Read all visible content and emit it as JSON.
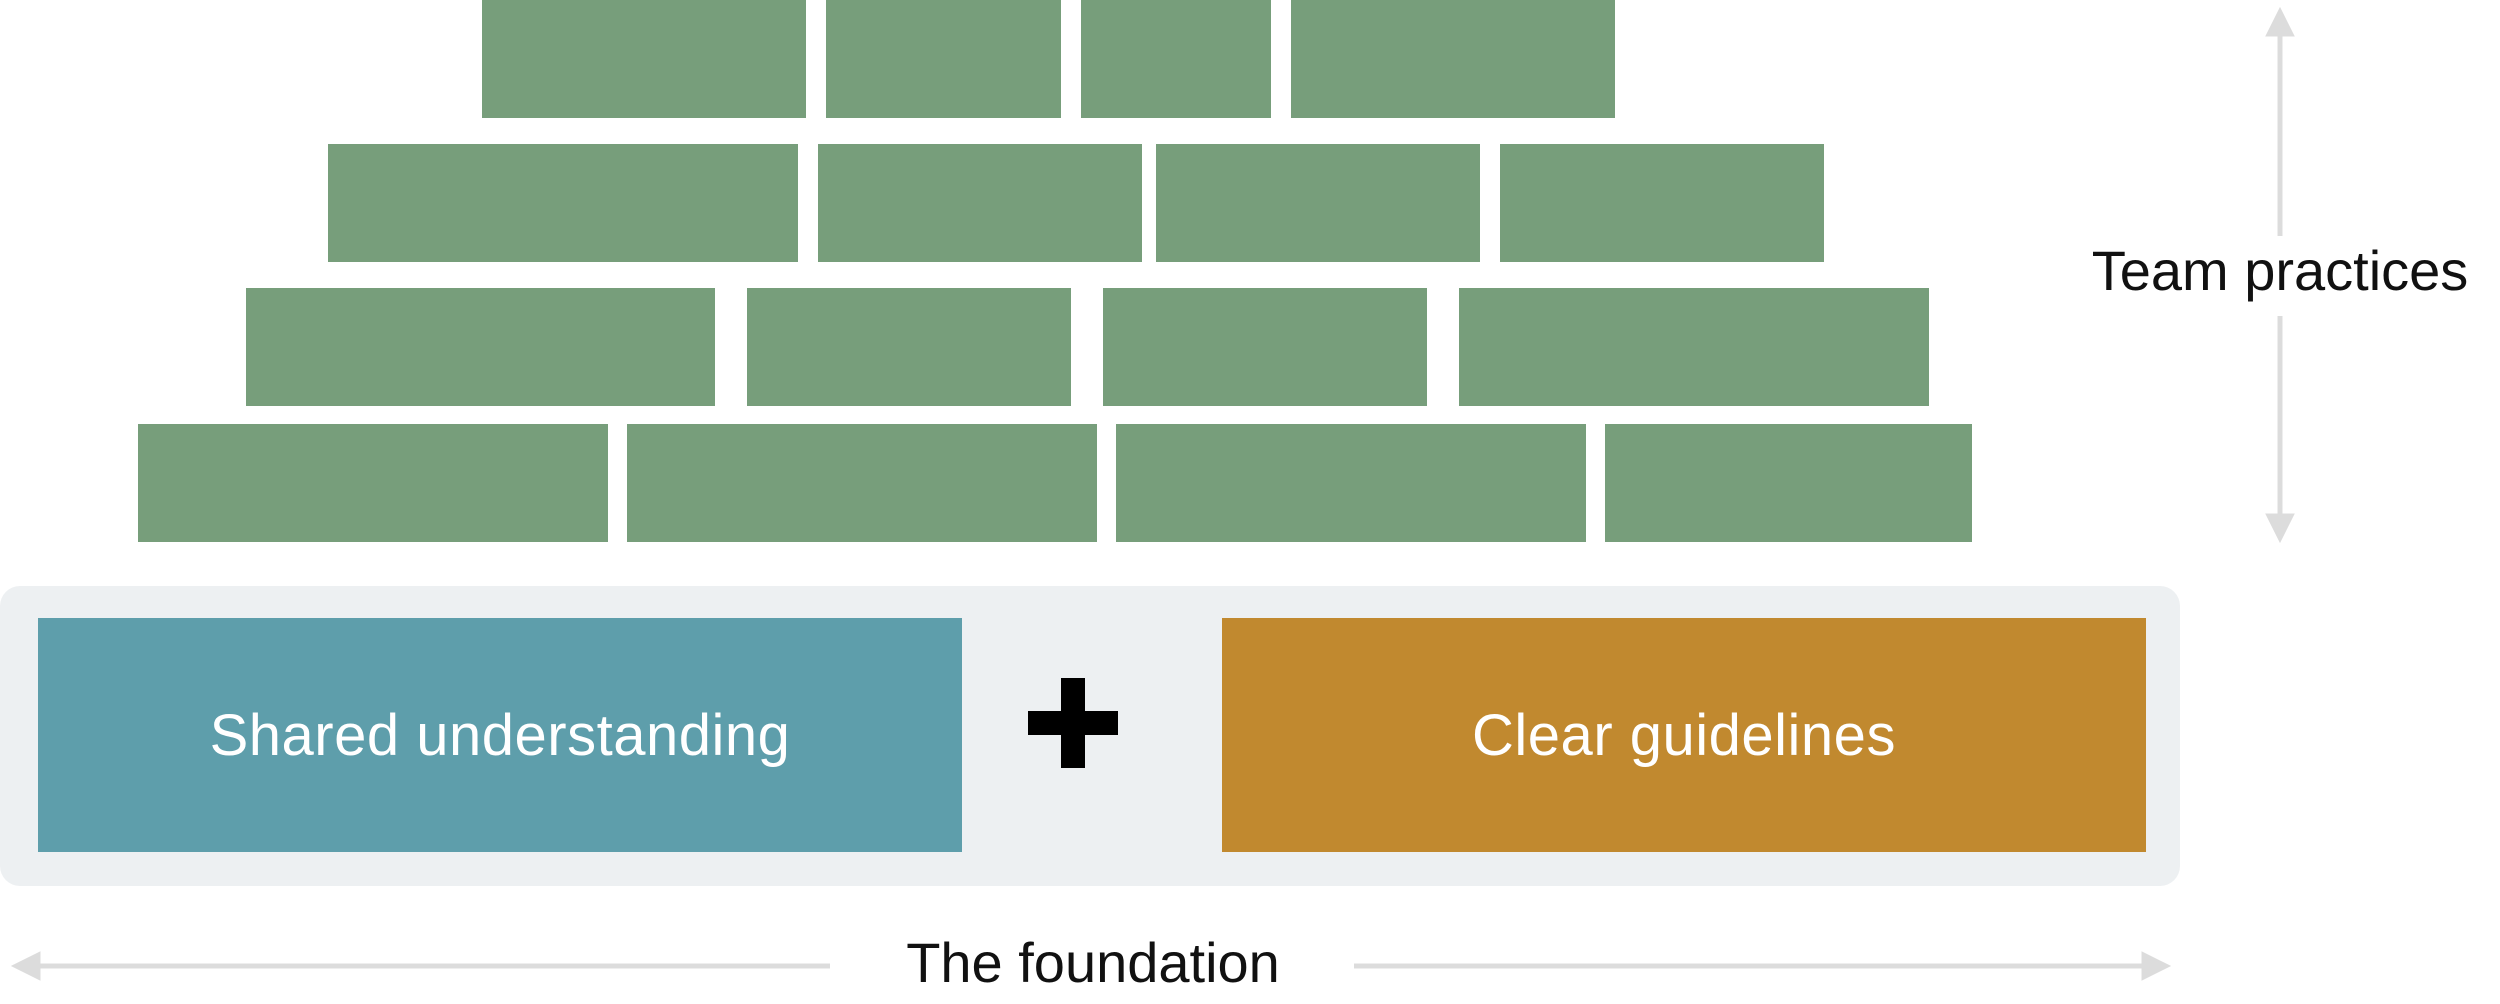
{
  "diagram": {
    "pillars": {
      "left_label": "Shared understanding",
      "right_label": "Clear guidelines",
      "operator": "+"
    },
    "labels": {
      "foundation": "The foundation",
      "team_practices": "Team practices"
    },
    "brick_rows": [
      4,
      4,
      4,
      4
    ],
    "colors": {
      "brick": "#779e7b",
      "pillar_left": "#5e9eab",
      "pillar_right": "#c1892f",
      "foundation_panel": "#edf0f2",
      "arrow": "#dcdcdc",
      "plus": "#000000"
    },
    "icons": {
      "operator": "plus-icon",
      "horizontal_span": "double-headed-horizontal-arrow-icon",
      "vertical_span": "double-headed-vertical-arrow-icon"
    }
  }
}
